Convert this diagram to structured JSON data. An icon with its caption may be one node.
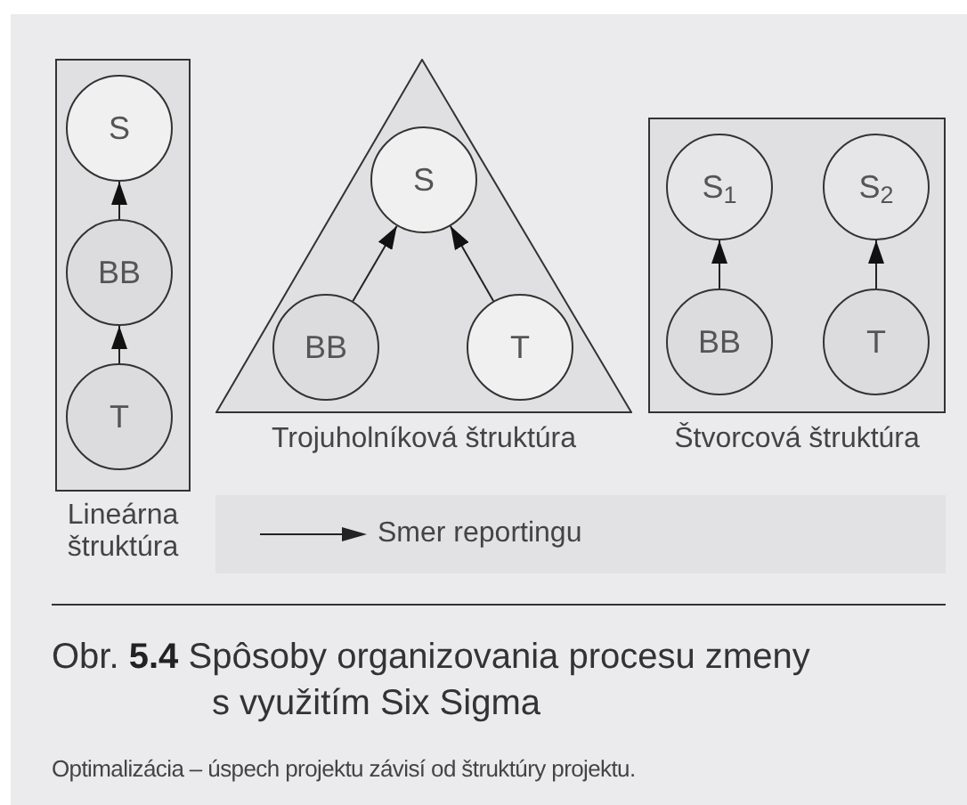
{
  "diagram": {
    "caption": "Obr. **5.4** Spôsoby organizovania procesu zmeny s využitím Six Sigma",
    "nodes": [
      {
        "text": [
          "Lineárna štruktúra"
        ]
      },
      {
        "text": [
          "S"
        ],
        "in": 0
      },
      {
        "text": [
          "BB"
        ],
        "in": 0
      },
      {
        "text": [
          "T"
        ],
        "in": 0
      },
      {
        "text": [
          "Trojuholníková štruktúra"
        ]
      },
      {
        "text": [
          "S"
        ],
        "in": 4
      },
      {
        "text": [
          "BB"
        ],
        "in": 4
      },
      {
        "text": [
          "T"
        ],
        "in": 4
      },
      {
        "text": [
          "Štvorcová štruktúra"
        ]
      },
      {
        "text": [
          "S$_{1}$"
        ],
        "in": 8
      },
      {
        "text": [
          "S$_{2}$"
        ],
        "in": 8
      },
      {
        "text": [
          "BB"
        ],
        "in": 8
      },
      {
        "text": [
          "T"
        ],
        "in": 8
      }
    ],
    "edges": [
      {
        "from": 2,
        "to": 1,
        "arrow": "to"
      },
      {
        "from": 3,
        "to": 2,
        "arrow": "to"
      },
      {
        "from": 6,
        "to": 5,
        "arrow": "to"
      },
      {
        "from": 7,
        "to": 5,
        "arrow": "to"
      },
      {
        "from": 11,
        "to": 9,
        "arrow": "to"
      },
      {
        "from": 12,
        "to": 10,
        "arrow": "to"
      }
    ],
    "labels": [
      "Optimalizácia – úspech projektu závisí od štruktúry projektu."
    ],
    "legend": [
      {
        "text": "Smer reportingu"
      }
    ]
  }
}
